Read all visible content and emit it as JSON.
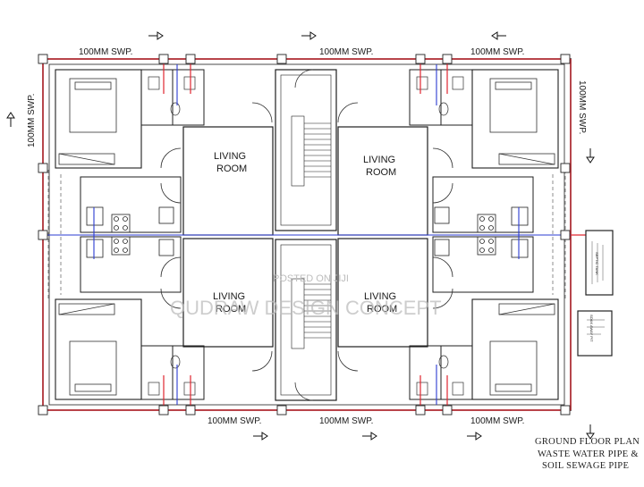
{
  "labels": {
    "swp_top_left": "100MM SWP.",
    "swp_top_mid": "100MM SWP.",
    "swp_top_right": "100MM SWP.",
    "swp_left": "100MM SWP.",
    "swp_right": "100MM SWP.",
    "swp_bottom_left": "100MM SWP.",
    "swp_bottom_mid": "100MM SWP.",
    "swp_bottom_right": "100MM SWP.",
    "living_room_tl": [
      "LIVING",
      "ROOM"
    ],
    "living_room_tr": [
      "LIVING",
      "ROOM"
    ],
    "living_room_bl": [
      "LIVING",
      "ROOM"
    ],
    "living_room_br": [
      "LIVING",
      "ROOM"
    ]
  },
  "title_block": {
    "line1": "GROUND FLOOR PLAN",
    "line2": "WASTE WATER PIPE &",
    "line3": "SOIL SEWAGE PIPE"
  },
  "watermark": {
    "posted": "POSTED ON JIJI",
    "brand": "QUDRAW DESIGN CONCEPT"
  },
  "colors": {
    "wall": "#1f1f1f",
    "sewage_pipe": "#e0262f",
    "water_pipe": "#2b3bd1",
    "flow_arrow": "#111111",
    "watermark": "#bdbdbd"
  },
  "legend": {
    "tank": "SEPTIC TANK",
    "soakaway": "SOAK AWAY PIT"
  }
}
